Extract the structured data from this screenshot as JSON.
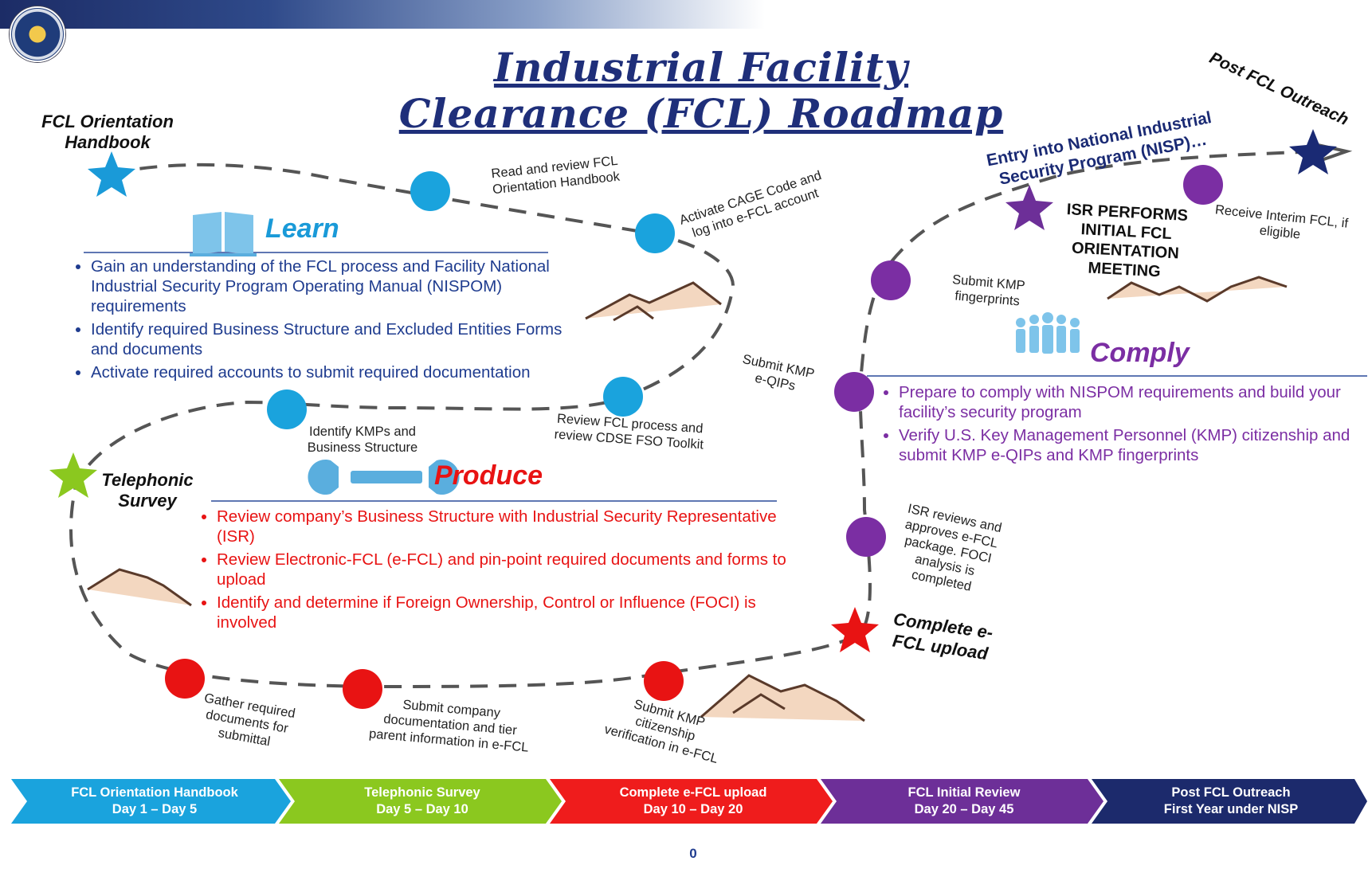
{
  "title": {
    "line1": "Industrial Facility",
    "line2": "Clearance (FCL) Roadmap"
  },
  "milestones": {
    "orientation": "FCL Orientation Handbook",
    "telephonic": "Telephonic Survey",
    "complete_efcl": "Complete e-FCL upload",
    "isr_meeting": "ISR PERFORMS INITIAL FCL ORIENTATION MEETING",
    "entry_nisp": "Entry into National Industrial Security Program (NISP)…",
    "post_fcl": "Post FCL Outreach"
  },
  "steps": {
    "read_handbook": "Read and review FCL Orientation Handbook",
    "activate_cage": "Activate CAGE Code and log into e-FCL account",
    "review_process": "Review FCL process and review CDSE FSO Toolkit",
    "identify_kmps": "Identify KMPs and Business Structure",
    "gather_docs": "Gather required documents for submittal",
    "submit_company": "Submit company documentation and tier parent information in e-FCL",
    "submit_kmp_citizenship": "Submit KMP citizenship verification in e-FCL",
    "isr_reviews": "ISR reviews and approves e-FCL package. FOCI analysis is completed",
    "submit_eqips": "Submit KMP e-QIPs",
    "submit_fingerprints": "Submit KMP fingerprints",
    "receive_interim": "Receive Interim FCL, if eligible"
  },
  "learn": {
    "heading": "Learn",
    "bullets": [
      "Gain an understanding of the FCL process and Facility National Industrial Security Program Operating Manual (NISPOM) requirements",
      "Identify required Business Structure and Excluded Entities Forms and documents",
      "Activate required accounts to submit required documentation"
    ]
  },
  "produce": {
    "heading": "Produce",
    "bullets": [
      "Review company’s Business Structure with Industrial Security Representative (ISR)",
      "Review Electronic-FCL (e-FCL) and pin-point required documents and forms to upload",
      "Identify and determine if Foreign Ownership, Control or Influence (FOCI) is involved"
    ]
  },
  "comply": {
    "heading": "Comply",
    "bullets": [
      "Prepare to comply with NISPOM requirements and build your facility’s security program",
      "Verify U.S. Key Management Personnel (KMP) citizenship and submit KMP e-QIPs and KMP fingerprints"
    ]
  },
  "phases": [
    {
      "name": "FCL Orientation Handbook",
      "days": "Day 1 – Day 5",
      "color": "#1aa3dd"
    },
    {
      "name": "Telephonic Survey",
      "days": "Day 5 – Day 10",
      "color": "#8bc81f"
    },
    {
      "name": "Complete e-FCL upload",
      "days": "Day 10 – Day 20",
      "color": "#ef1c1c"
    },
    {
      "name": "FCL Initial Review",
      "days": "Day 20 – Day 45",
      "color": "#6d2f98"
    },
    {
      "name": "Post FCL Outreach",
      "days": "First Year under NISP",
      "color": "#1c2a6c"
    }
  ],
  "page_number": "0",
  "colors": {
    "blue": "#1a9ad8",
    "green": "#8bc81f",
    "red": "#e81313",
    "purple": "#7b2ea3",
    "navy": "#1a2a74",
    "learn_text": "#1f3c8f",
    "comply_text": "#7b2ea3"
  }
}
